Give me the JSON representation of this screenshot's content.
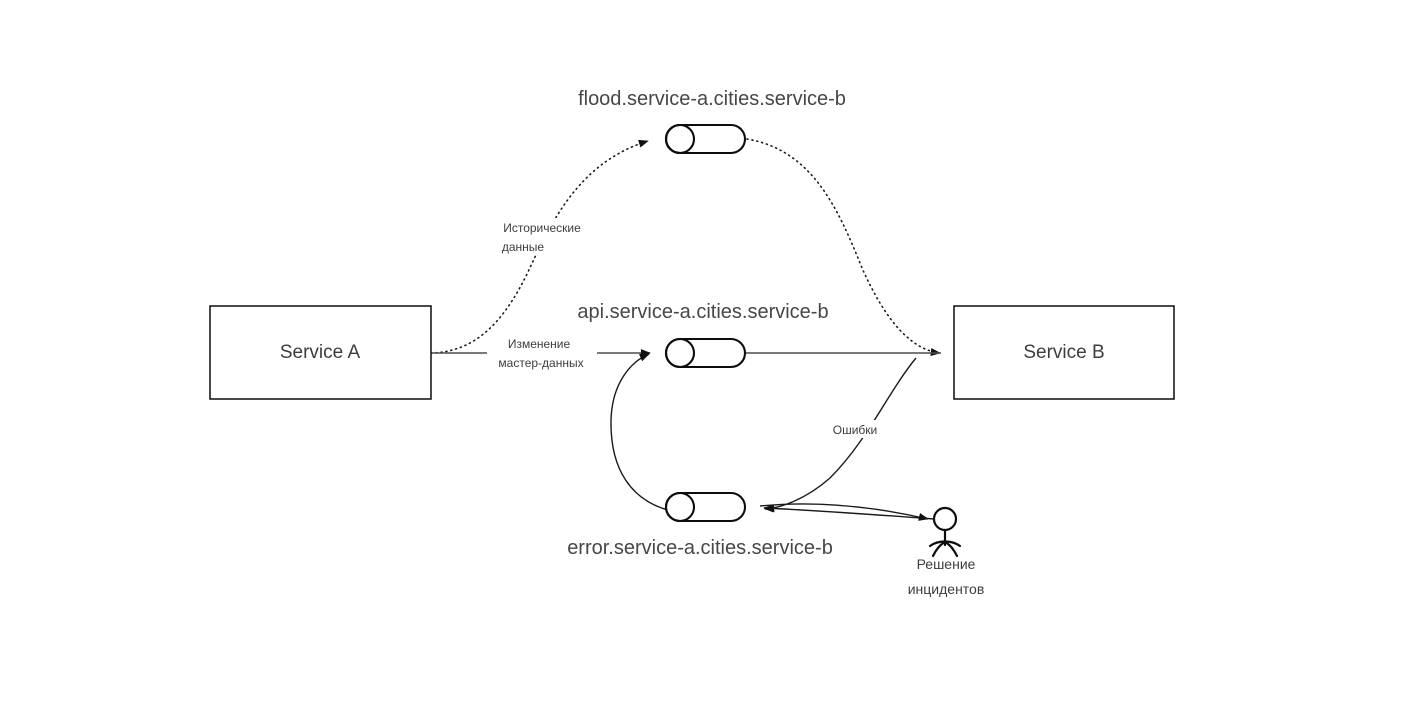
{
  "diagram": {
    "type": "flow-diagram",
    "background_color": "#ffffff",
    "text_color": "#3d3d3d",
    "nodes": {
      "service_a": {
        "label": "Service A",
        "shape": "rectangle"
      },
      "service_b": {
        "label": "Service B",
        "shape": "rectangle"
      },
      "actor": {
        "label_line1": "Решение",
        "label_line2": "инцидентов",
        "shape": "actor"
      }
    },
    "queues": [
      {
        "id": "flood",
        "title": "flood.service-a.cities.service-b",
        "shape": "queue"
      },
      {
        "id": "api",
        "title": "api.service-a.cities.service-b",
        "shape": "queue"
      },
      {
        "id": "error",
        "title": "error.service-a.cities.service-b",
        "shape": "queue"
      }
    ],
    "edge_labels": {
      "historical": {
        "line1": "Исторические",
        "line2": "данные"
      },
      "master_data": {
        "line1": "Изменение",
        "line2": "мастер-данных"
      },
      "errors": {
        "line1": "Ошибки"
      }
    }
  }
}
